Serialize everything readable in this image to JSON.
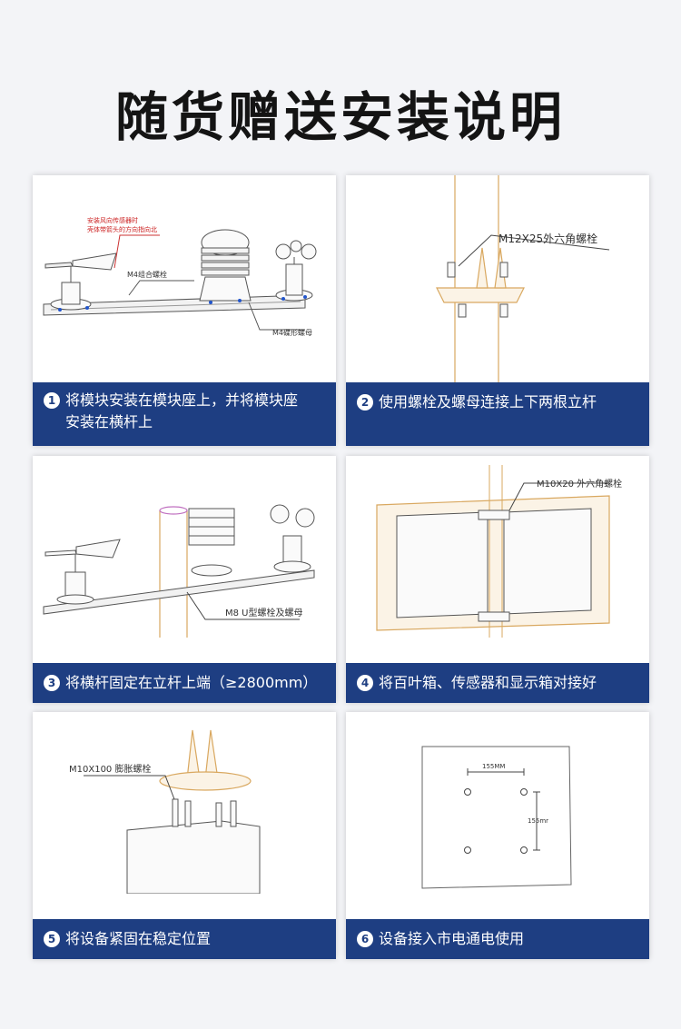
{
  "title": "随货赠送安装说明",
  "steps": [
    {
      "num": "1",
      "line1": "将模块安装在模块座上，并将模块座",
      "line2": "安装在横杆上",
      "annot_red1": "安装风向传感器时",
      "annot_red2": "壳体带箭头的方向指向北",
      "annot_bolt": "M4组合螺栓",
      "annot_nut": "M4碟形螺母"
    },
    {
      "num": "2",
      "text": "使用螺栓及螺母连接上下两根立杆",
      "annot": "M12X25外六角螺栓"
    },
    {
      "num": "3",
      "text": "将横杆固定在立杆上端（≥2800mm）",
      "annot": "M8 U型螺栓及螺母"
    },
    {
      "num": "4",
      "text": "将百叶箱、传感器和显示箱对接好",
      "annot": "M10X20 外六角螺栓"
    },
    {
      "num": "5",
      "text": "将设备紧固在稳定位置",
      "annot": "M10X100 膨胀螺栓"
    },
    {
      "num": "6",
      "text": "设备接入市电通电使用",
      "dim_h": "155MM",
      "dim_v": "155mr"
    }
  ]
}
